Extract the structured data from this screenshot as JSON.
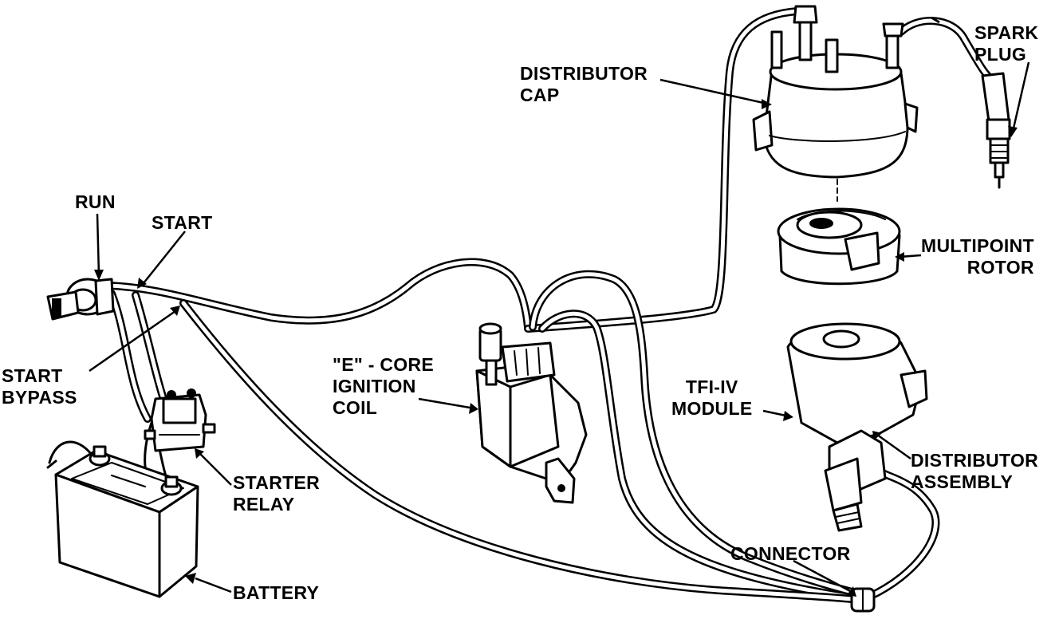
{
  "labels": {
    "run": "RUN",
    "start": "START",
    "start_bypass": [
      "START",
      "BYPASS"
    ],
    "starter_relay": [
      "STARTER",
      "RELAY"
    ],
    "battery": "BATTERY",
    "e_core_ignition_coil": [
      "\"E\" - CORE",
      "IGNITION",
      "COIL"
    ],
    "distributor_cap": [
      "DISTRIBUTOR",
      "CAP"
    ],
    "spark_plug": [
      "SPARK",
      "PLUG"
    ],
    "multipoint_rotor": [
      "MULTIPOINT",
      "ROTOR"
    ],
    "tfi_iv_module": [
      "TFI-IV",
      "MODULE"
    ],
    "distributor_assembly": [
      "DISTRIBUTOR",
      "ASSEMBLY"
    ],
    "connector": "CONNECTOR"
  },
  "colors": {
    "ink": "#000000",
    "paper": "#ffffff"
  }
}
